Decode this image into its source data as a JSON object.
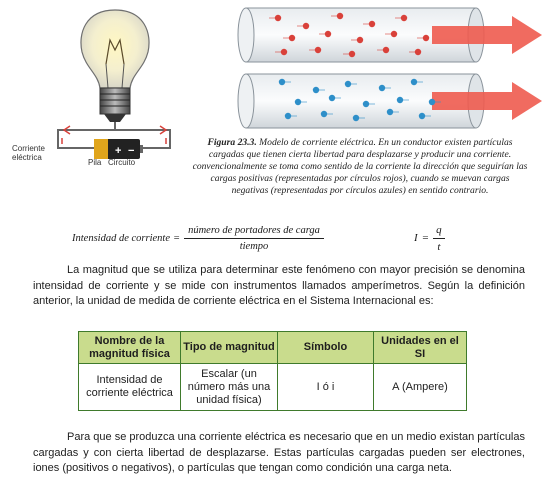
{
  "figure": {
    "labels": {
      "corriente": "Corriente eléctrica",
      "pila": "Pila",
      "circuito": "Circuito",
      "battery_plus": "+",
      "battery_minus": "−"
    },
    "caption_title": "Figura 23.3.",
    "caption_text": " Modelo de corriente eléctrica. En un conductor existen partículas cargadas que tienen cierta libertad para desplazarse y producir una corriente. convencionalmente se toma como sentido de la corriente la dirección que seguirían las cargas positivas (representadas por círculos rojos), cuando se muevan cargas negativas (representadas por círculos azules) en sentido contrario.",
    "colors": {
      "positive": "#d9413a",
      "negative": "#2e8fc9",
      "arrow": "#ee5b4f"
    }
  },
  "formula": {
    "label": "Intensidad de corriente",
    "equals": "=",
    "numerator": "número  de  portadores  de carga",
    "denominator": "tiempo",
    "symbol": "I",
    "symbol_equals": "=",
    "q": "q",
    "t": "t"
  },
  "paragraph1": "La magnitud que se utiliza para determinar este fenómeno con mayor precisión se denomina intensidad de corriente y se mide con instrumentos llamados amperímetros. Según la definición anterior, la unidad de medida de corriente eléctrica en el Sistema Internacional es:",
  "table": {
    "headers": [
      "Nombre de la magnitud física",
      "Tipo de magnitud",
      "Símbolo",
      "Unidades en el SI"
    ],
    "row": [
      "Intensidad de corriente eléctrica",
      "Escalar (un número más una unidad física)",
      "I ó i",
      "A (Ampere)"
    ],
    "colors": {
      "header_bg": "#c9dc8d",
      "border": "#3f7a2c"
    }
  },
  "paragraph2": "Para que se produzca una corriente eléctrica es necesario que en un medio existan partículas cargadas y con cierta libertad de desplazarse. Estas partículas cargadas pueden ser electrones, iones (positivos o negativos), o partículas que tengan como condición una carga neta."
}
